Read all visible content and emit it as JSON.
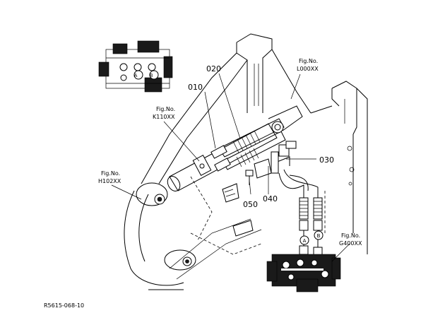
{
  "callouts": {
    "p010": "010",
    "p020": "020",
    "p030": "030",
    "p040": "040",
    "p050": "050"
  },
  "fig_refs": {
    "l000": {
      "line1": "Fig.No.",
      "line2": "L000XX"
    },
    "k110": {
      "line1": "Fig.No.",
      "line2": "K110XX"
    },
    "h102": {
      "line1": "Fig.No.",
      "line2": "H102XX"
    },
    "g400": {
      "line1": "Fig.No.",
      "line2": "G400XX"
    }
  },
  "port_markers": {
    "a": "A",
    "b": "B"
  },
  "drawing_code": "R5615-068-10"
}
